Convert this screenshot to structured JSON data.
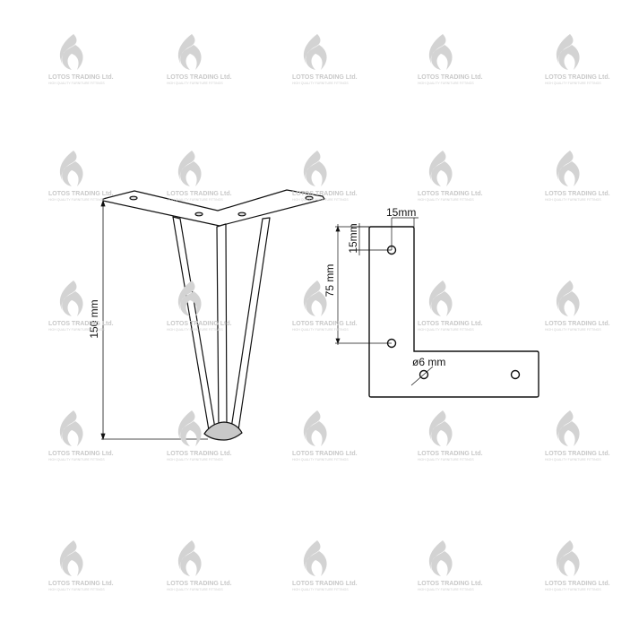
{
  "watermark": {
    "name": "LOTOS TRADING Ltd.",
    "tagline": "HIGH QUALITY FURNITURE FITTINGS",
    "color": "#c8c8c8"
  },
  "leg": {
    "height_label": "150 mm"
  },
  "bracket": {
    "edge_to_hole_horizontal": "15mm",
    "edge_to_hole_vertical": "15mm",
    "hole_spacing": "75 mm",
    "hole_diameter": "ø6 mm"
  },
  "colors": {
    "line": "#111111",
    "foot": "#c8c8c8"
  }
}
